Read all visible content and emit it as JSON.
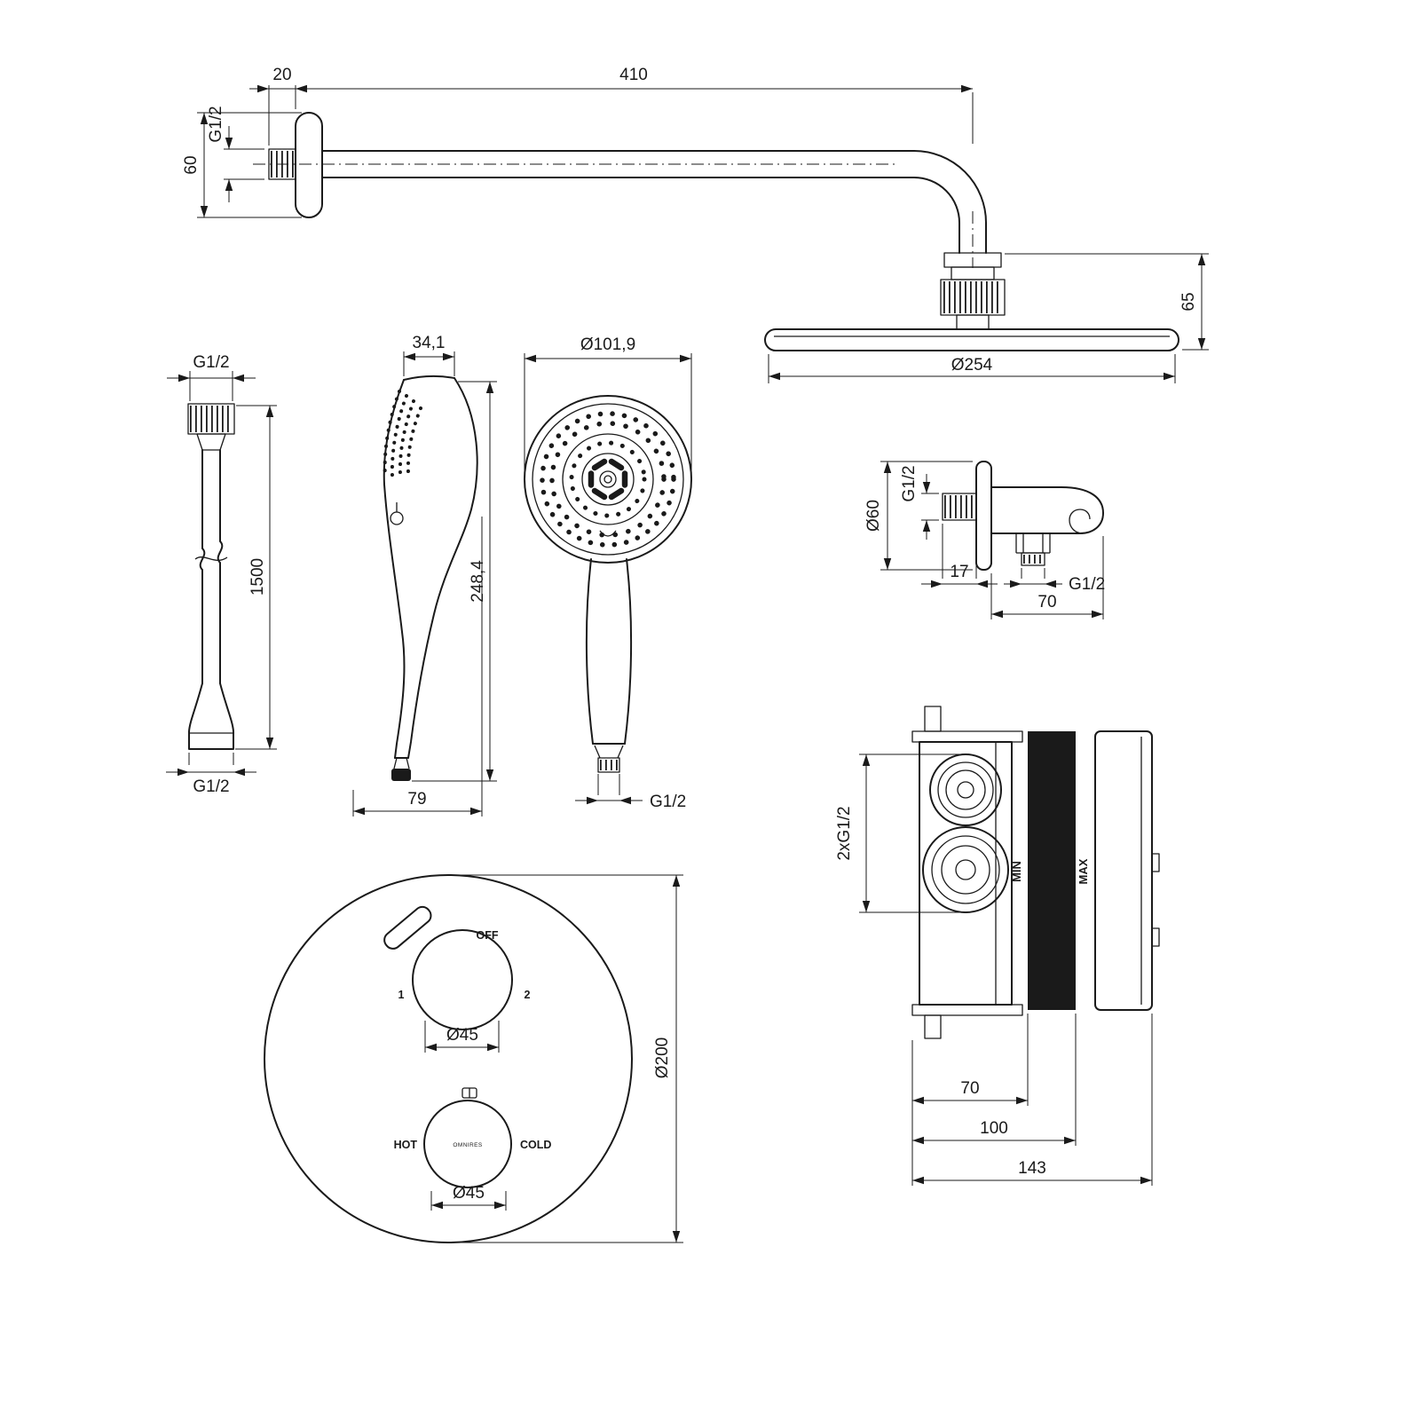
{
  "meta": {
    "title": "Shower set technical dimension drawing"
  },
  "colors": {
    "line": "#1a1a1a",
    "background": "#ffffff"
  },
  "labels": {
    "arm": {
      "offset_top": "20",
      "length": "410",
      "thread": "G1/2",
      "flange_height": "60",
      "head_height": "65",
      "head_dia": "Ø254"
    },
    "hose": {
      "thread_top": "G1/2",
      "length": "1500",
      "thread_bottom": "G1/2"
    },
    "handshower_side": {
      "top_width": "34,1",
      "height": "248,4",
      "bottom_width": "79"
    },
    "handshower_front": {
      "head_dia": "Ø101,9",
      "thread": "G1/2"
    },
    "elbow": {
      "plate_dia": "Ø60",
      "thread_wall": "G1/2",
      "depth": "17",
      "thread_outlet": "G1/2",
      "width": "70"
    },
    "trim_plate": {
      "dia": "Ø200",
      "off": "OFF",
      "pos1": "1",
      "pos2": "2",
      "knob_top_dia": "Ø45",
      "hot": "HOT",
      "cold": "COLD",
      "brand": "OMNIRES",
      "knob_bottom_dia": "Ø45"
    },
    "valve": {
      "threads": "2xG1/2",
      "min": "MIN",
      "max": "MAX",
      "dim_70": "70",
      "dim_100": "100",
      "dim_143": "143"
    }
  }
}
